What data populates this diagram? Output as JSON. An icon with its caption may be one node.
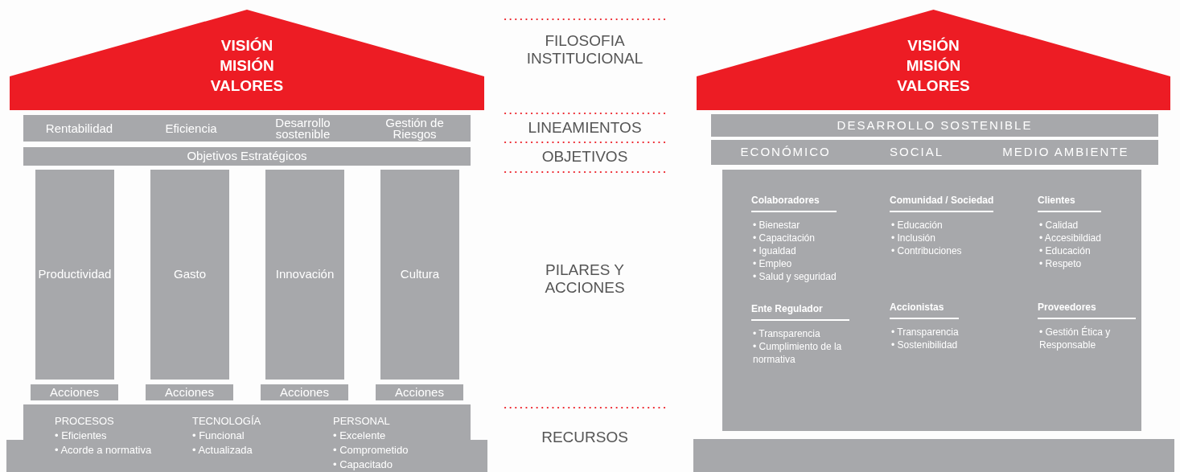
{
  "diagram": {
    "nodes": [
      {
        "text": [
          "VISIÓN",
          "MISIÓN",
          "VALORES"
        ]
      },
      {
        "text": [
          "Rentabilidad",
          "Eficiencia",
          "Desarrollo sostenible",
          "Gestión de Riesgos"
        ]
      },
      {
        "text": [
          "Objetivos Estratégicos"
        ]
      },
      {
        "text": [
          "Productividad"
        ]
      },
      {
        "text": [
          "Gasto"
        ]
      },
      {
        "text": [
          "Innovación"
        ]
      },
      {
        "text": [
          "Cultura"
        ]
      },
      {
        "text": [
          "Acciones"
        ]
      },
      {
        "text": [
          "Acciones"
        ]
      },
      {
        "text": [
          "Acciones"
        ]
      },
      {
        "text": [
          "Acciones"
        ]
      },
      {
        "text": [
          "PROCESOS",
          "• Eficientes",
          "• Acorde a normativa",
          "TECNOLOGÍA",
          "• Funcional",
          "• Actualizada",
          "PERSONAL",
          "• Excelente",
          "• Comprometido",
          "• Capacitado"
        ]
      },
      {
        "text": [
          "VISIÓN",
          "MISIÓN",
          "VALORES"
        ]
      },
      {
        "text": [
          "DESARROLLO SOSTENIBLE"
        ]
      },
      {
        "text": [
          "ECONÓMICO",
          "SOCIAL",
          "MEDIO AMBIENTE"
        ]
      },
      {
        "text": [
          "Colaboradores",
          "• Bienestar",
          "• Capacitación",
          "• Igualdad",
          "• Empleo",
          "• Salud y seguridad",
          "Comunidad / Sociedad",
          "• Educación",
          "• Inclusión",
          "• Contribuciones",
          "Clientes",
          "• Calidad",
          "• Accesibildiad",
          "• Educación",
          "• Respeto",
          "Ente Regulador",
          "• Transparencia",
          "• Cumplimiento de la normativa",
          "Accionistas",
          "• Transparencia",
          "• Sostenibilidad",
          "Proveedores",
          "• Gestión Ética y Responsable"
        ]
      },
      {
        "text": [],
        "shape": "bar"
      }
    ],
    "edges": [],
    "labels": [
      "FILOSOFIA INSTITUCIONAL",
      "LINEAMIENTOS",
      "OBJETIVOS",
      "PILARES Y ACCIONES",
      "RECURSOS"
    ]
  }
}
